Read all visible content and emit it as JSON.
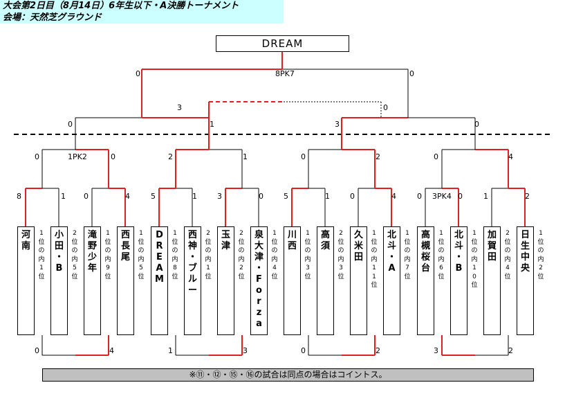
{
  "header": {
    "line1": "大会第2日目（8月14日）6年生以下・A決勝トーナメント",
    "line2": "会場：天然芝グラウンド"
  },
  "champion": "DREAM",
  "teams": [
    {
      "name": "河南",
      "rank": "1位の内1位"
    },
    {
      "name": "小田・B",
      "rank": "2位の内5位"
    },
    {
      "name": "滝野少年",
      "rank": "1位の内9位"
    },
    {
      "name": "西長尾",
      "rank": "1位の内5位"
    },
    {
      "name": "DREAM",
      "rank": "1位の内8位"
    },
    {
      "name": "西神・ブルー",
      "rank": "2位の内1位"
    },
    {
      "name": "玉津",
      "rank": "2位の内2位"
    },
    {
      "name": "泉大津・Forza",
      "rank": "1位の内4位"
    },
    {
      "name": "川西",
      "rank": "1位の内3位"
    },
    {
      "name": "高須",
      "rank": "2位の内3位"
    },
    {
      "name": "久米田",
      "rank": "1位の内11位"
    },
    {
      "name": "北斗・A",
      "rank": "1位の内7位"
    },
    {
      "name": "高槻桜台",
      "rank": "1位の内6位"
    },
    {
      "name": "北斗・B",
      "rank": "1位の内10位"
    },
    {
      "name": "加賀田",
      "rank": "2位の内4位"
    },
    {
      "name": "日生中央",
      "rank": "1位の内2位"
    }
  ],
  "scores": {
    "r1": [
      {
        "left": "8",
        "right": "1"
      },
      {
        "left": "0",
        "right": "4"
      },
      {
        "left": "5",
        "right": "1"
      },
      {
        "left": "3",
        "right": "0"
      },
      {
        "left": "5",
        "right": "1"
      },
      {
        "left": "0",
        "right": "4"
      },
      {
        "left": "0",
        "right": "0",
        "note": "3PK4"
      },
      {
        "left": "1",
        "right": "2"
      }
    ],
    "r2": [
      {
        "left": "0",
        "right": "0",
        "note": "1PK2"
      },
      {
        "left": "2",
        "right": "1"
      },
      {
        "left": "0",
        "right": "2"
      },
      {
        "left": "0",
        "right": "4"
      }
    ],
    "r3": [
      {
        "left": "0",
        "right": "1"
      },
      {
        "left": "3",
        "right": "0"
      }
    ],
    "final": {
      "left": "0",
      "right": "0",
      "note": "8PK7"
    },
    "third": {
      "left": "3",
      "right": "0"
    },
    "consolation": [
      {
        "left": "0",
        "right": "4"
      },
      {
        "left": "1",
        "right": "3"
      },
      {
        "left": "0",
        "right": "2"
      },
      {
        "left": "3",
        "right": "2"
      }
    ]
  },
  "note": "※⑪・⑫・⑮・⑯の試合は同点の場合はコイントス。",
  "colors": {
    "winner_line": "#e02020",
    "header_bg": "#ccffff",
    "note_bg": "#c0c0c0"
  }
}
